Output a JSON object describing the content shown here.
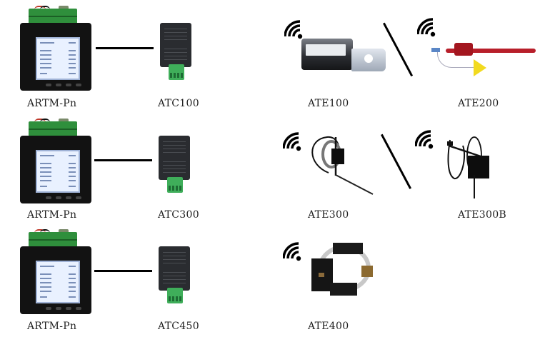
{
  "rows": [
    {
      "controller": {
        "label": "ARTM-Pn"
      },
      "wired_sensor": {
        "label": "ATC100"
      },
      "wireless_sensors": [
        {
          "label": "ATE100"
        },
        {
          "label": "ATE200"
        }
      ]
    },
    {
      "controller": {
        "label": "ARTM-Pn"
      },
      "wired_sensor": {
        "label": "ATC300"
      },
      "wireless_sensors": [
        {
          "label": "ATE300"
        },
        {
          "label": "ATE300B"
        }
      ]
    },
    {
      "controller": {
        "label": "ARTM-Pn"
      },
      "wired_sensor": {
        "label": "ATC450"
      },
      "wireless_sensors": [
        {
          "label": "ATE400"
        }
      ]
    }
  ],
  "icons": {
    "wireless": "wifi-signal-icon",
    "connection": "solid-line",
    "alternative": "slash-separator"
  },
  "colors": {
    "connector_green": "#3fae5a",
    "device_black": "#121212",
    "ate200_red": "#b81f2a",
    "warning_yellow": "#f2da1f"
  }
}
